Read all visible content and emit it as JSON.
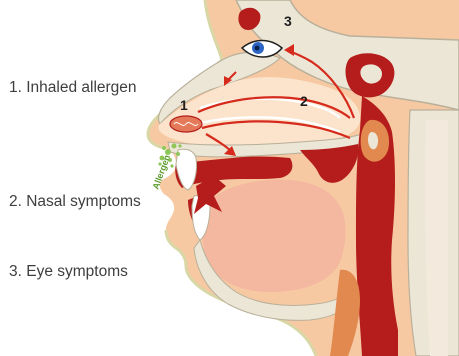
{
  "legend": {
    "item1": "1. Inhaled allergen",
    "item2": "2. Nasal symptoms",
    "item3": "3. Eye symptoms"
  },
  "markers": {
    "m1": "1",
    "m2": "2",
    "m3": "3"
  },
  "allergen_label": "Allergen",
  "colors": {
    "skin": "#f7c9a3",
    "skin_light": "#fbe3cc",
    "bone": "#ece6d6",
    "bone_outline": "#b9b09a",
    "tissue_red": "#b41d1b",
    "arrow_red": "#d62a1c",
    "deep_orange": "#e1894f",
    "tongue": "#f4b7a0",
    "allergen_green": "#8fc65a",
    "eye_blue": "#2c64c4"
  }
}
